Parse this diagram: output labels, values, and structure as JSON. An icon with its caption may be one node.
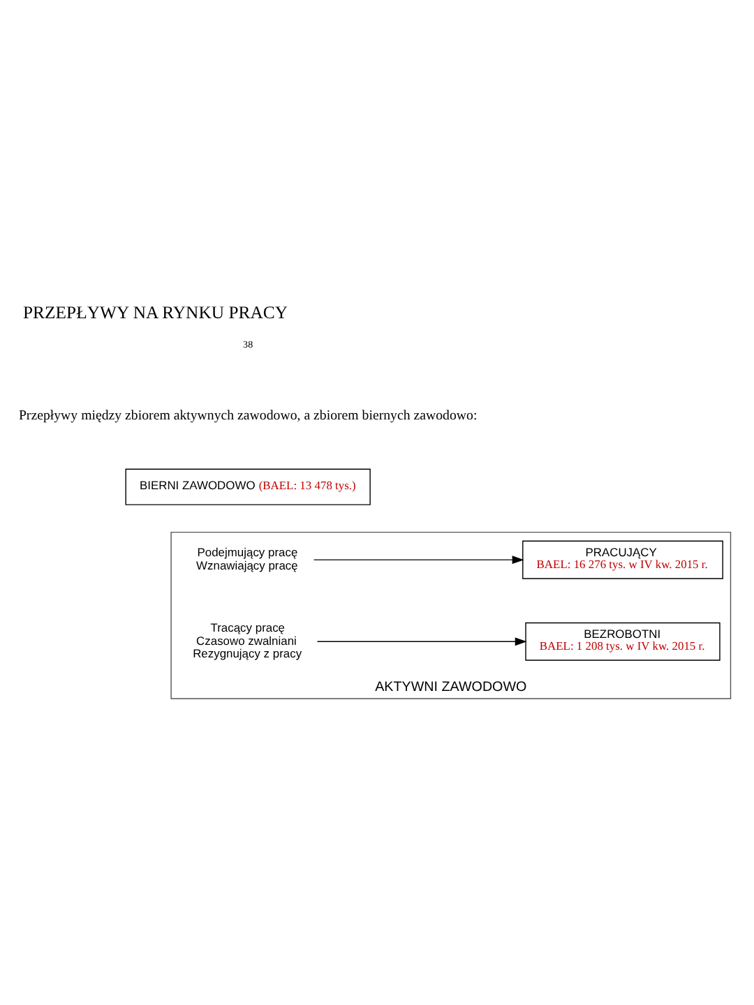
{
  "diagram": {
    "title": "PRZEPŁYWY NA RYNKU PRACY",
    "nodes": [
      {
        "text": [
          "AKTYWNI ZAWODOWO"
        ]
      },
      {
        "text": [
          "PRACUJĄCY",
          "BAEL: 16 276 tys. w IV kw. 2015 r."
        ],
        "in": 0
      },
      {
        "text": [
          "BEZROBOTNI",
          "BAEL: 1 208 tys. w IV kw. 2015 r."
        ],
        "in": 0
      },
      {
        "text": [
          "Podejmujący pracę",
          "Wznawiający pracę"
        ],
        "in": 0
      },
      {
        "text": [
          "Tracący pracę",
          "Czasowo zwalniani",
          "Rezygnujący z pracy"
        ],
        "in": 0
      },
      {
        "text": [
          "BIERNI ZAWODOWO",
          "(BAEL: 13 478 tys.)"
        ]
      }
    ],
    "edges": [
      {
        "from": 3,
        "to": 1,
        "arrow": "to"
      },
      {
        "from": 4,
        "to": 2,
        "arrow": "to"
      }
    ],
    "labels": [
      "Przepływy między zbiorem aktywnych zawodowo, a zbiorem biernych zawodowo:",
      "38"
    ]
  }
}
